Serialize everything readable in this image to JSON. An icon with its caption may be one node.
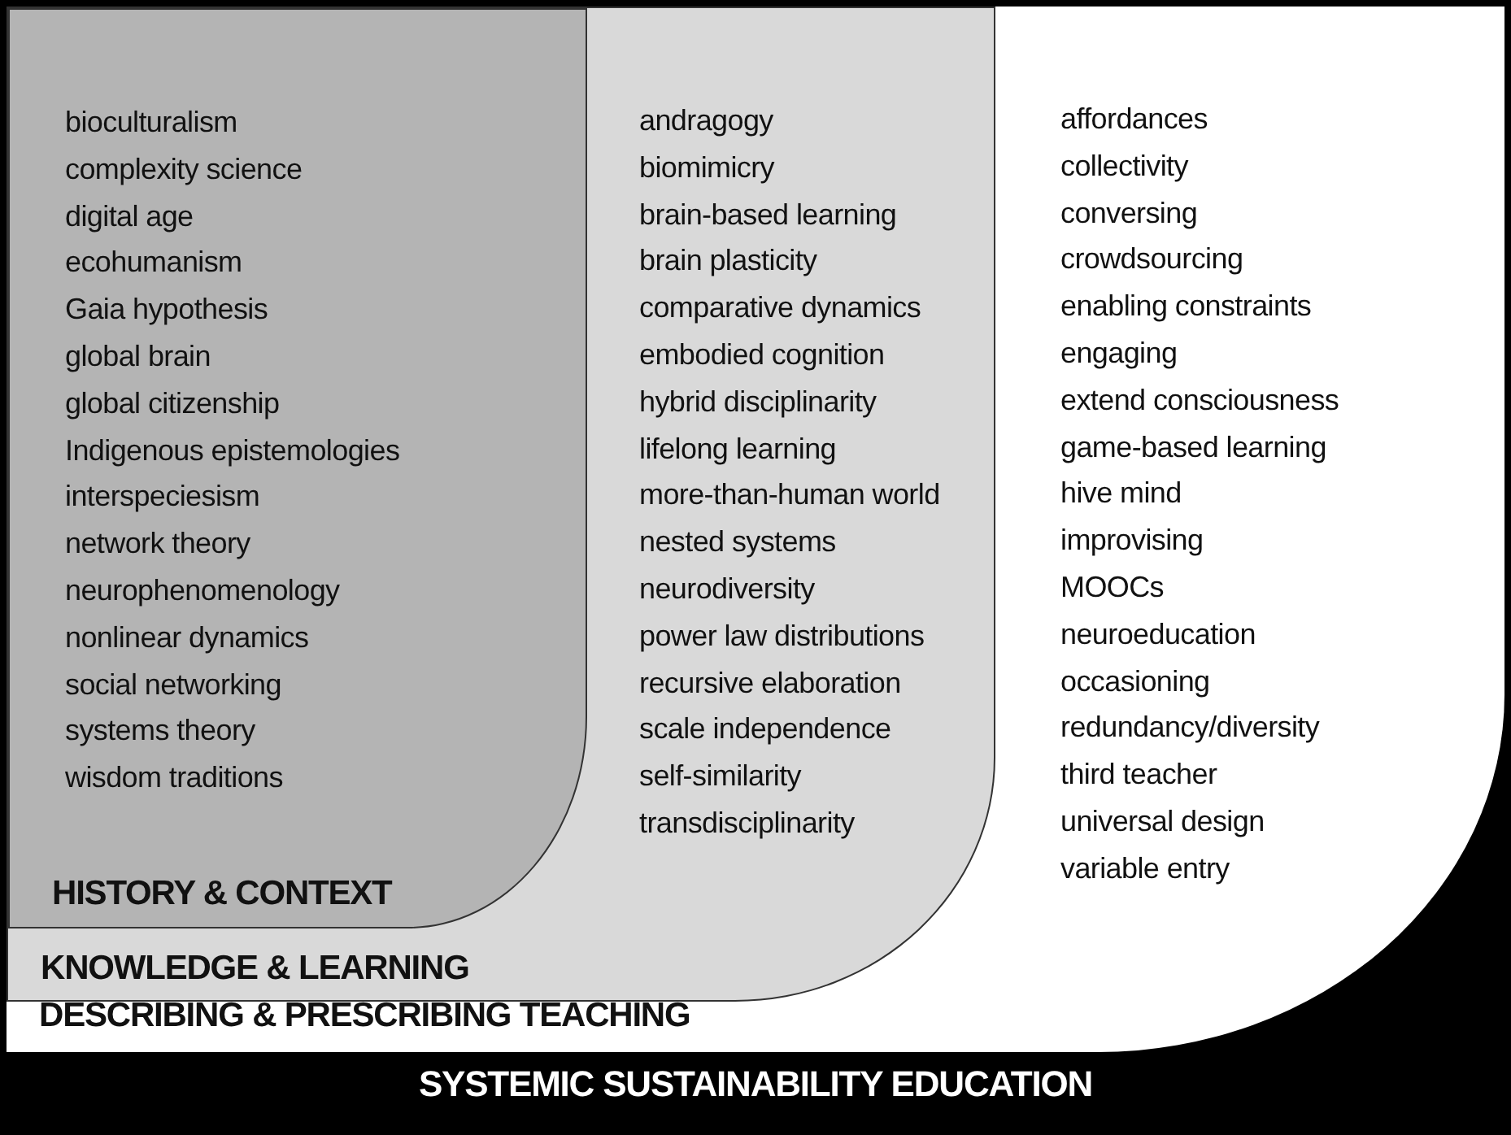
{
  "diagram": {
    "nodes": [
      {
        "text": [
          "SYSTEMIC SUSTAINABILITY EDUCATION"
        ]
      },
      {
        "text": [
          "affordances",
          "collectivity",
          "conversing",
          "crowdsourcing",
          "enabling constraints",
          "engaging",
          "extend consciousness",
          "game-based learning",
          "hive mind",
          "improvising",
          "MOOCs",
          "neuroeducation",
          "occasioning",
          "redundancy/diversity",
          "third teacher",
          "universal design",
          "variable entry",
          "DESCRIBING & PRESCRIBING TEACHING"
        ],
        "in": 0
      },
      {
        "text": [
          "andragogy",
          "biomimicry",
          "brain-based learning",
          "brain plasticity",
          "comparative dynamics",
          "embodied cognition",
          "hybrid disciplinarity",
          "lifelong learning",
          "more-than-human world",
          "nested systems",
          "neurodiversity",
          "power law distributions",
          "recursive elaboration",
          "scale independence",
          "self-similarity",
          "transdisciplinarity",
          "KNOWLEDGE & LEARNING"
        ],
        "in": 1
      },
      {
        "text": [
          "bioculturalism",
          "complexity science",
          "digital age",
          "ecohumanism",
          "Gaia hypothesis",
          "global brain",
          "global citizenship",
          "Indigenous epistemologies",
          "interspeciesism",
          "network theory",
          "neurophenomenology",
          "nonlinear dynamics",
          "social networking",
          "systems theory",
          "wisdom traditions",
          "HISTORY & CONTEXT"
        ],
        "in": 2
      }
    ]
  }
}
